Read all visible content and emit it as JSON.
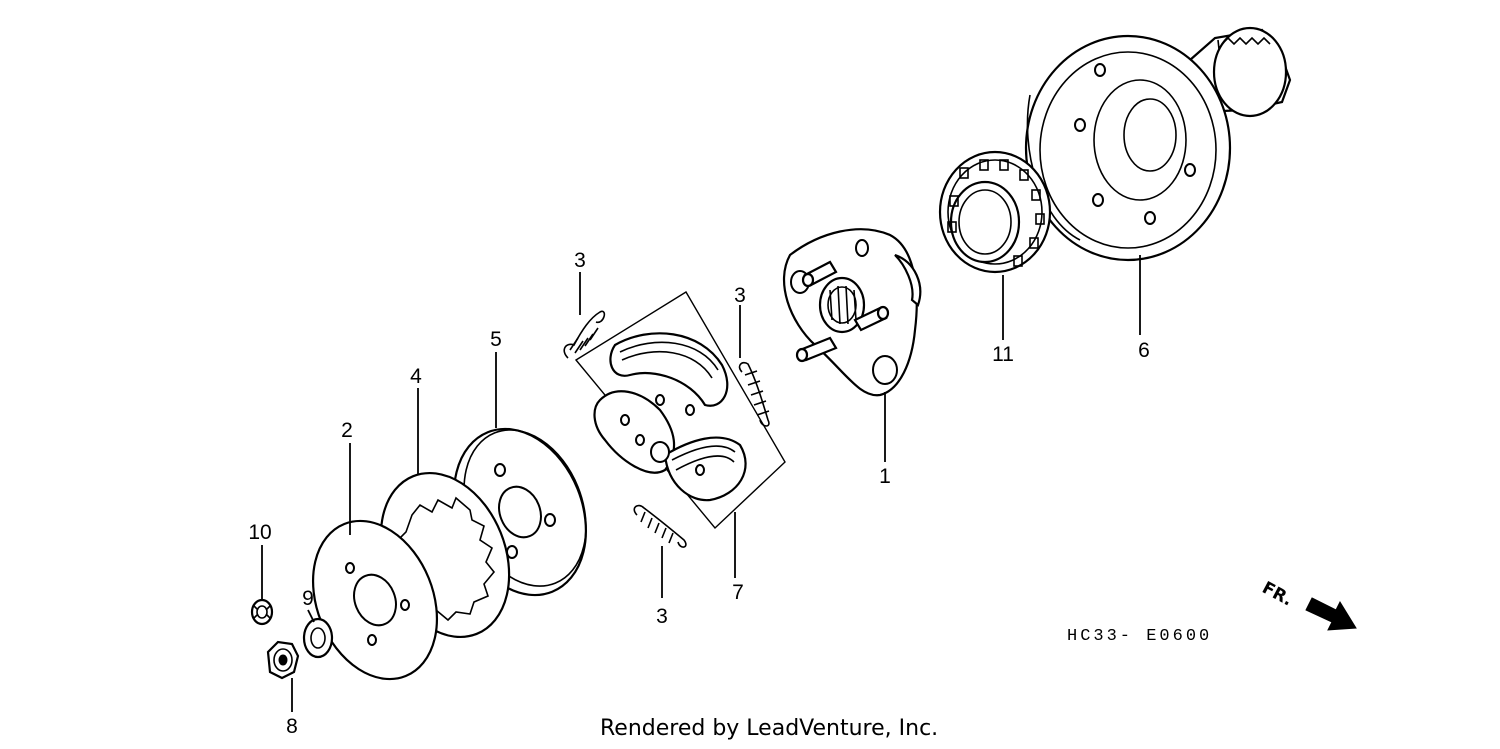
{
  "diagram": {
    "callouts": [
      {
        "id": "c1",
        "text": "1"
      },
      {
        "id": "c2",
        "text": "2"
      },
      {
        "id": "c3a",
        "text": "3"
      },
      {
        "id": "c3b",
        "text": "3"
      },
      {
        "id": "c3c",
        "text": "3"
      },
      {
        "id": "c4",
        "text": "4"
      },
      {
        "id": "c5",
        "text": "5"
      },
      {
        "id": "c6",
        "text": "6"
      },
      {
        "id": "c7",
        "text": "7"
      },
      {
        "id": "c8",
        "text": "8"
      },
      {
        "id": "c9",
        "text": "9"
      },
      {
        "id": "c10",
        "text": "10"
      },
      {
        "id": "c11",
        "text": "11"
      }
    ],
    "code": "HC33- E0600",
    "front_label": "FR.",
    "credit": "Rendered by LeadVenture, Inc."
  }
}
